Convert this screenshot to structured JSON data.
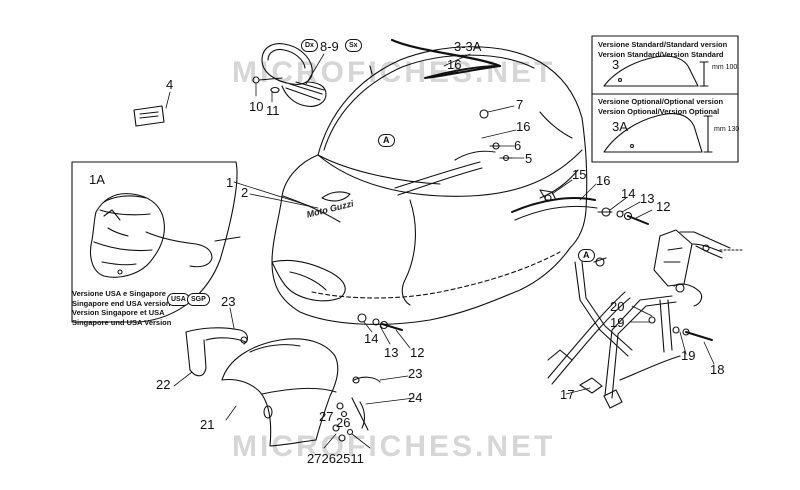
{
  "watermark": "MICROFICHES.NET",
  "brand": "Moto Guzzi",
  "side_labels": [
    "Dx",
    "Sx"
  ],
  "inset_versions": {
    "standard_header": "Versione Standard/Standard version\nVersion Standard/Version Standard",
    "standard_ref": "3",
    "standard_dim": "mm\n100",
    "optional_header": "Versione Optional/Optional version\nVersion Optional/Version Optional",
    "optional_ref": "3A",
    "optional_dim": "mm\n130"
  },
  "inset_usa": {
    "ref": "1A",
    "text": "Versione USA e Singapore\nSingapore end USA version\nVersion Singapore et USA\nSingapore und USA Version",
    "badge_usa": "USA",
    "badge_sgp": "SGP"
  },
  "callouts": [
    {
      "id": "c-1",
      "text": "1"
    },
    {
      "id": "c-2",
      "text": "2"
    },
    {
      "id": "c-3-3a",
      "text": "3-3A"
    },
    {
      "id": "c-4",
      "text": "4"
    },
    {
      "id": "c-5",
      "text": "5"
    },
    {
      "id": "c-6",
      "text": "6"
    },
    {
      "id": "c-7",
      "text": "7"
    },
    {
      "id": "c-8-9",
      "text": "8-9"
    },
    {
      "id": "c-10",
      "text": "10"
    },
    {
      "id": "c-11a",
      "text": "11"
    },
    {
      "id": "c-12a",
      "text": "12"
    },
    {
      "id": "c-13a",
      "text": "13"
    },
    {
      "id": "c-14a",
      "text": "14"
    },
    {
      "id": "c-15",
      "text": "15"
    },
    {
      "id": "c-16a",
      "text": "16"
    },
    {
      "id": "c-16b",
      "text": "16"
    },
    {
      "id": "c-16c",
      "text": "16"
    },
    {
      "id": "c-12b",
      "text": "12"
    },
    {
      "id": "c-13b",
      "text": "13"
    },
    {
      "id": "c-14b",
      "text": "14"
    },
    {
      "id": "c-17",
      "text": "17"
    },
    {
      "id": "c-18",
      "text": "18"
    },
    {
      "id": "c-19a",
      "text": "19"
    },
    {
      "id": "c-19b",
      "text": "19"
    },
    {
      "id": "c-20",
      "text": "20"
    },
    {
      "id": "c-21",
      "text": "21"
    },
    {
      "id": "c-22",
      "text": "22"
    },
    {
      "id": "c-23a",
      "text": "23"
    },
    {
      "id": "c-23b",
      "text": "23"
    },
    {
      "id": "c-24",
      "text": "24"
    },
    {
      "id": "c-27a",
      "text": "27"
    },
    {
      "id": "c-26a",
      "text": "26"
    },
    {
      "id": "c-bottom",
      "text": "27262511"
    },
    {
      "id": "c-A1",
      "text": "A"
    },
    {
      "id": "c-A2",
      "text": "A"
    }
  ]
}
